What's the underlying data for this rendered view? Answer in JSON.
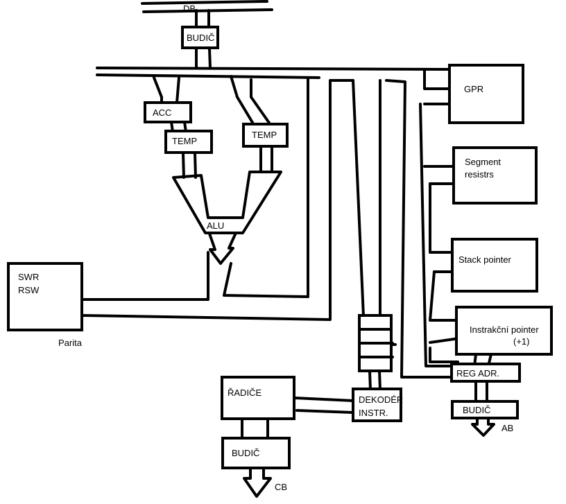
{
  "labels": {
    "db": "DB",
    "budic_top": "BUDIČ",
    "acc": "ACC",
    "temp_left": "TEMP",
    "temp_right": "TEMP",
    "alu": "ALU",
    "swr_line1": "SWR",
    "swr_line2": "RSW",
    "parita": "Parita",
    "gpr": "GPR",
    "segment_line1": "Segment",
    "segment_line2": "resistrs",
    "stack_pointer": "Stack pointer",
    "ip_line1": "Instrakční pointer",
    "ip_line2": "(+1)",
    "reg_adr": "REG ADR.",
    "budic_ab": "BUDIČ",
    "ab": "AB",
    "radice": "ŘADIČE",
    "dekoder_line1": "DEKODÉR",
    "dekoder_line2": "INSTR.",
    "budic_cb": "BUDIČ",
    "cb": "CB"
  }
}
